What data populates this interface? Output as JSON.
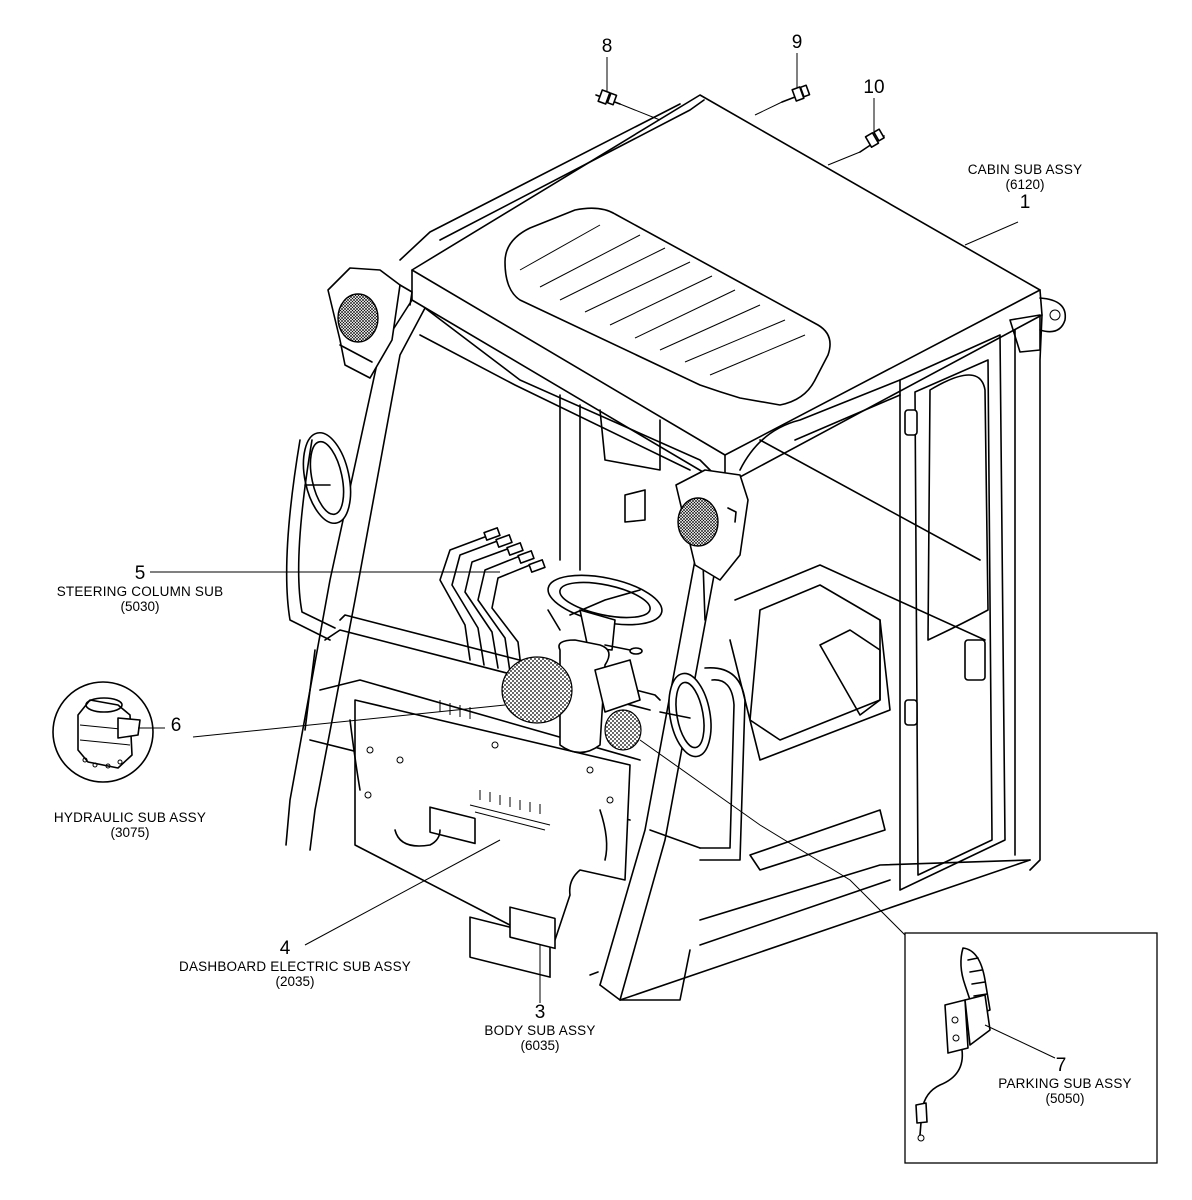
{
  "callouts": [
    {
      "id": "c1",
      "number": "1",
      "name": "CABIN SUB ASSY",
      "code": "(6120)"
    },
    {
      "id": "c3",
      "number": "3",
      "name": "BODY SUB ASSY",
      "code": "(6035)"
    },
    {
      "id": "c4",
      "number": "4",
      "name": "DASHBOARD ELECTRIC SUB ASSY",
      "code": "(2035)"
    },
    {
      "id": "c5",
      "number": "5",
      "name": "STEERING COLUMN SUB",
      "code": "(5030)"
    },
    {
      "id": "c6",
      "number": "6",
      "name": "HYDRAULIC SUB ASSY",
      "code": "(3075)"
    },
    {
      "id": "c7",
      "number": "7",
      "name": "PARKING SUB ASSY",
      "code": "(5050)"
    },
    {
      "id": "c8",
      "number": "8",
      "name": "",
      "code": ""
    },
    {
      "id": "c9",
      "number": "9",
      "name": "",
      "code": ""
    },
    {
      "id": "c10",
      "number": "10",
      "name": "",
      "code": ""
    }
  ]
}
